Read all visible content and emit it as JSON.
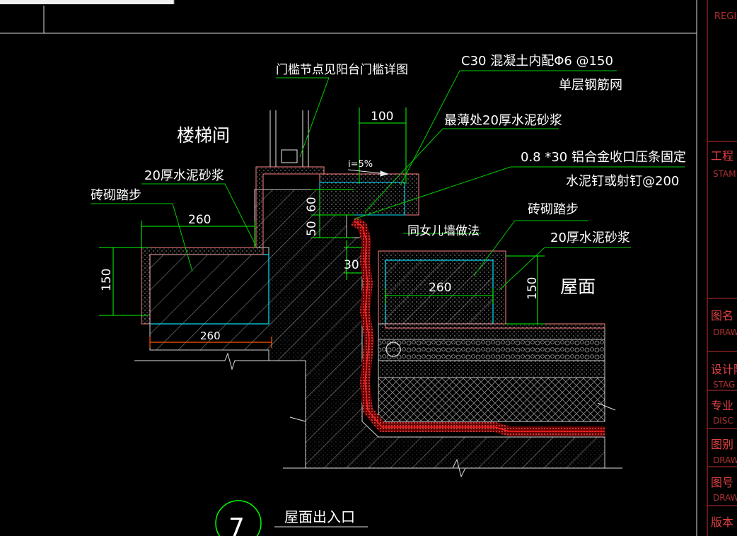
{
  "drawing": {
    "labels": {
      "stair_room": "楼梯间",
      "sill_note": "门槛节点见阳台门槛详图",
      "concrete_l1": "C30 混凝土内配Φ6 @150",
      "concrete_l2": "单层钢筋网",
      "thin_mortar": "最薄处20厚水泥砂浆",
      "alu_l1": "0.8 *30 铝合金收口压条固定",
      "alu_l2": "水泥钉或射钉@200",
      "mortar_left": "20厚水泥砂浆",
      "brick_left": "砖砌踏步",
      "brick_right": "砖砌踏步",
      "mortar_right": "20厚水泥砂浆",
      "parapet": "同女儿墙做法",
      "roof": "屋面",
      "slope": "i=5%"
    },
    "dims": {
      "d100": "100",
      "d260_top": "260",
      "d150_left": "150",
      "d260_bottom": "260",
      "d50": "50",
      "d60": "60",
      "d30": "30",
      "d260_right": "260",
      "d150_right": "150"
    },
    "detail": {
      "number": "7",
      "title": "屋面出入口"
    }
  },
  "title_block": {
    "region_label": "REGI",
    "engineering_cn": "工程",
    "engineering_en": "STAM",
    "drawing_name_cn": "图名",
    "drawing_name_en": "DRAW",
    "design_stage_cn": "设计阶",
    "design_stage_en": "STAG",
    "discipline_cn": "专业",
    "discipline_en": "DISC",
    "category_cn": "图别",
    "category_en": "DRAW",
    "number_cn": "图号",
    "number_en": "DRAW",
    "version_cn": "版本"
  },
  "colors": {
    "background": "#000000",
    "dimension": "#00ff00",
    "outline": "#ff8080",
    "hatch": "#9a9a9a",
    "block_edge": "#00e5ff",
    "text": "#ffffff",
    "leader": "#00cc00",
    "membrane": "#cc1111",
    "titleblock": "#e04040"
  }
}
